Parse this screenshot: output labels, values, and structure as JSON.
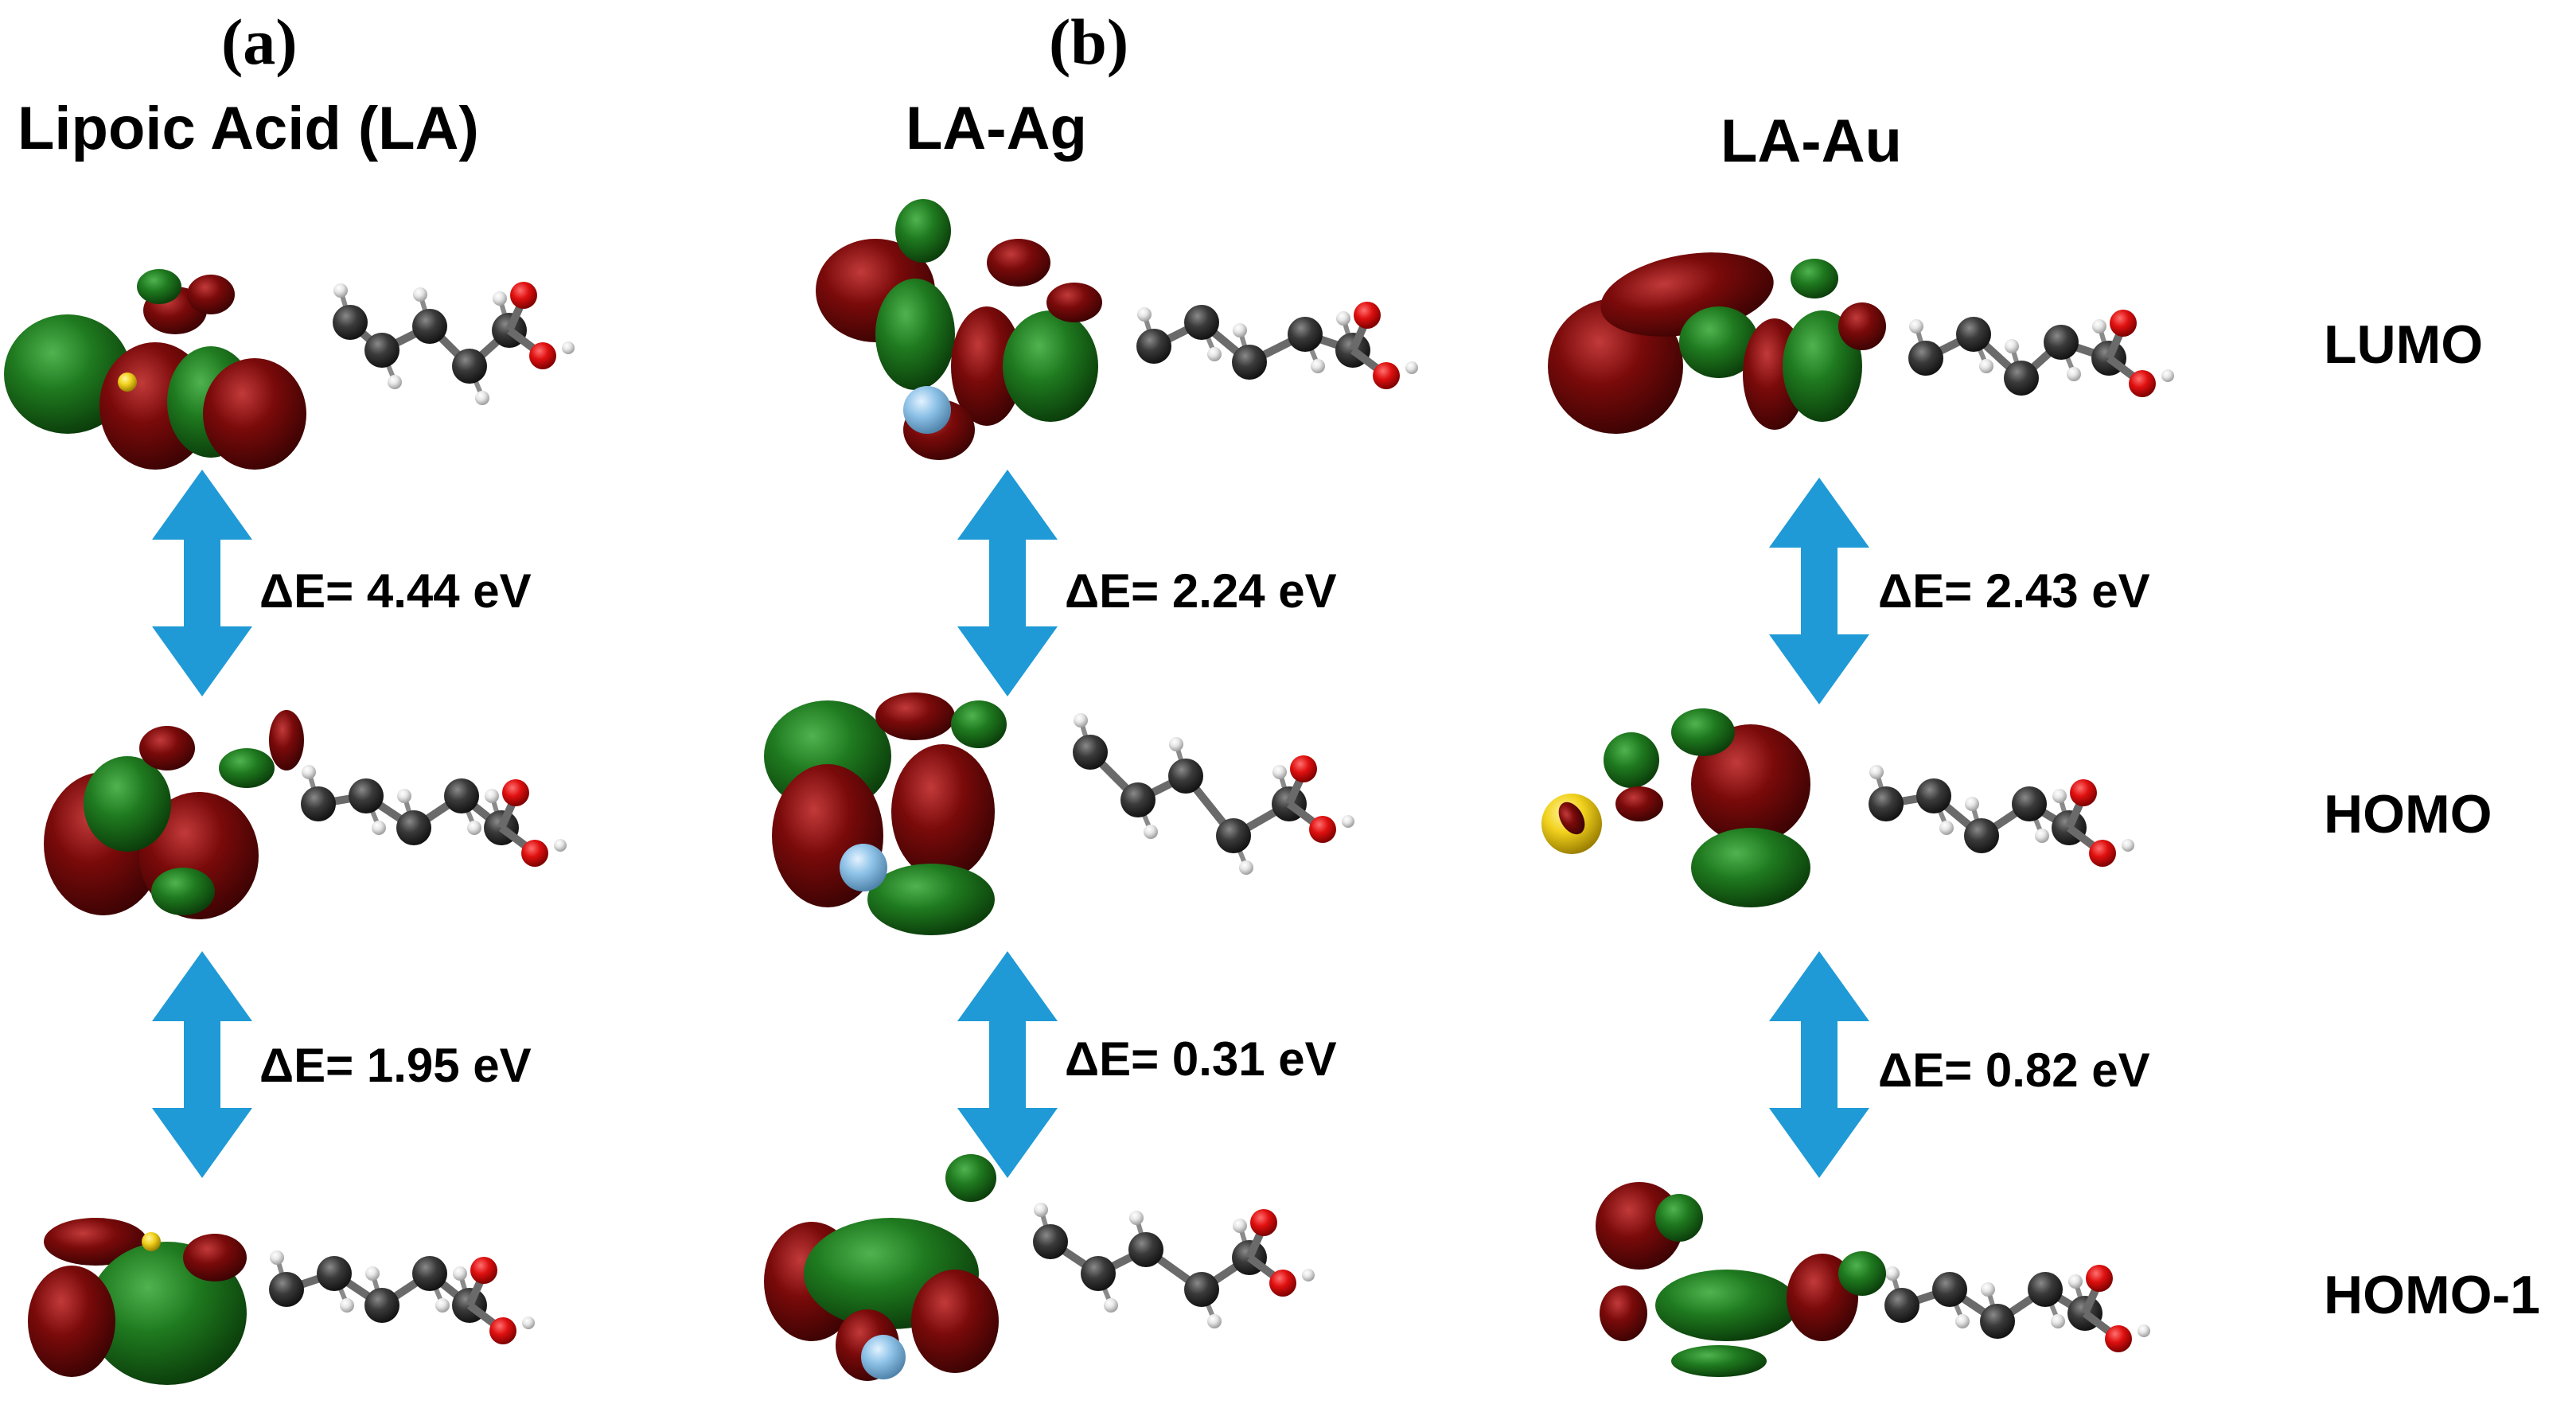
{
  "panels": {
    "a": "(a)",
    "b": "(b)"
  },
  "columns": [
    {
      "key": "la",
      "title": "Lipoic Acid (LA)"
    },
    {
      "key": "la_ag",
      "title": "LA-Ag"
    },
    {
      "key": "la_au",
      "title": "LA-Au"
    }
  ],
  "orbitals": [
    "LUMO",
    "HOMO",
    "HOMO-1"
  ],
  "energy_gaps": {
    "la": {
      "lumo_homo": "ΔE= 4.44 eV",
      "homo_homo1": "ΔE= 1.95 eV"
    },
    "la_ag": {
      "lumo_homo": "ΔE= 2.24 eV",
      "homo_homo1": "ΔE= 0.31 eV"
    },
    "la_au": {
      "lumo_homo": "ΔE= 2.43 eV",
      "homo_homo1": "ΔE= 0.82 eV"
    }
  },
  "colors": {
    "lobe_positive": "#7a0a0a",
    "lobe_negative": "#1f7a1f",
    "carbon": "#3a3a3a",
    "oxygen": "#e01010",
    "hydrogen": "#e6e6e6",
    "sulfur": "#f2d21e",
    "silver": "#8fc3e8",
    "gold": "#f2d21e",
    "arrow": "#1f9ad6"
  }
}
